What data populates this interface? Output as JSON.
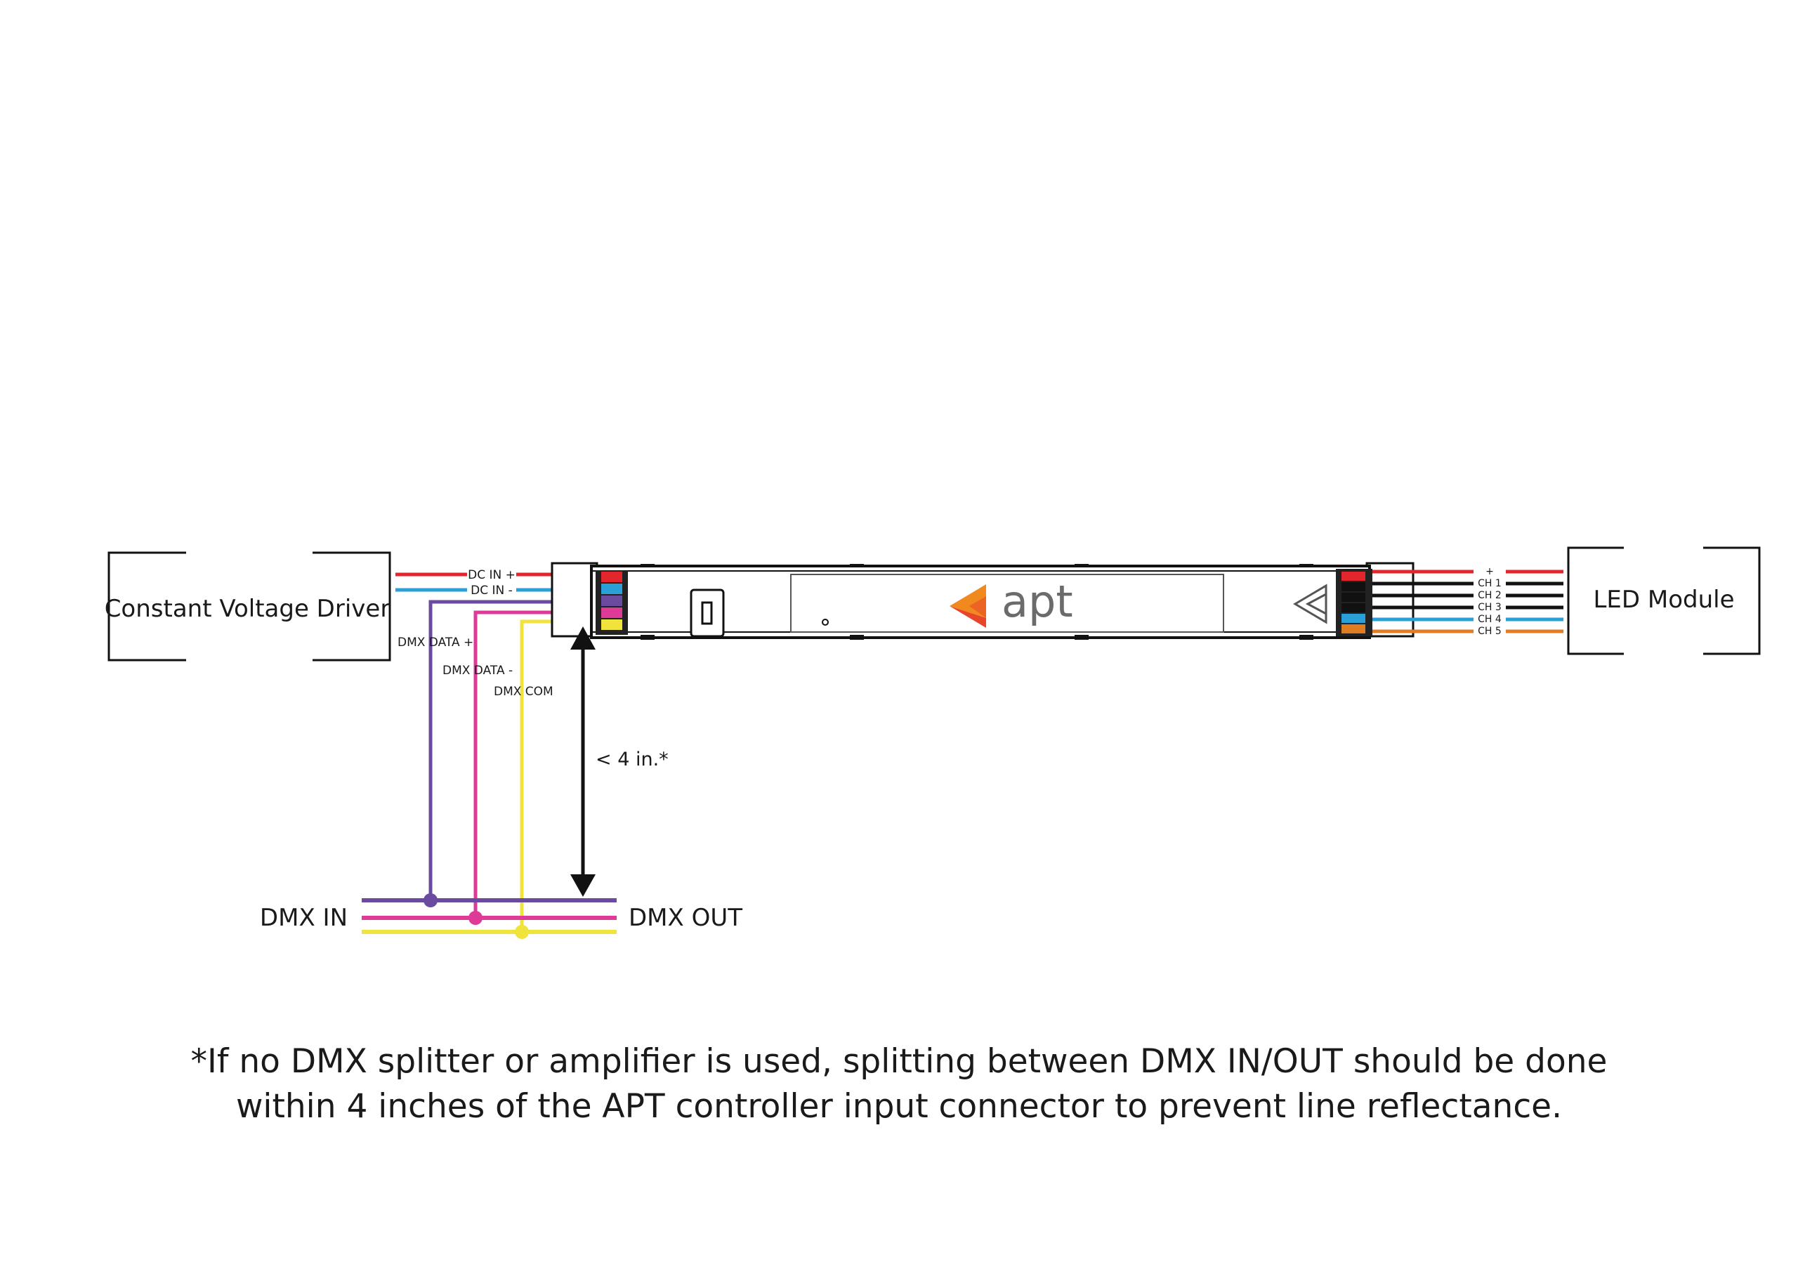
{
  "driver_box": {
    "label": "Constant Voltage Driver"
  },
  "led_box": {
    "label": "LED Module"
  },
  "input_wires": {
    "dc_in_plus": "DC IN +",
    "dc_in_minus": "DC IN -",
    "dmx_data_plus": "DMX DATA +",
    "dmx_data_minus": "DMX DATA -",
    "dmx_com": "DMX COM"
  },
  "output_wires": [
    "+",
    "CH 1",
    "CH 2",
    "CH 3",
    "CH 4",
    "CH 5"
  ],
  "controller": {
    "logo_text": "apt"
  },
  "dmx_bus": {
    "in_label": "DMX IN",
    "out_label": "DMX OUT"
  },
  "dimension": {
    "label": "< 4 in.*"
  },
  "footnote": {
    "line1": "*If no DMX splitter or amplifier is used, splitting between DMX IN/OUT should be done",
    "line2": "within 4 inches of the APT controller input connector to prevent line reflectance."
  },
  "colors": {
    "red": "#e2262b",
    "blue": "#2a9fd8",
    "purple": "#6a4ba0",
    "magenta": "#de3a97",
    "yellow": "#efe33c",
    "black": "#111111",
    "orange": "#e07d22",
    "logo_orange": "#f08a1e",
    "logo_red": "#e8452a"
  }
}
